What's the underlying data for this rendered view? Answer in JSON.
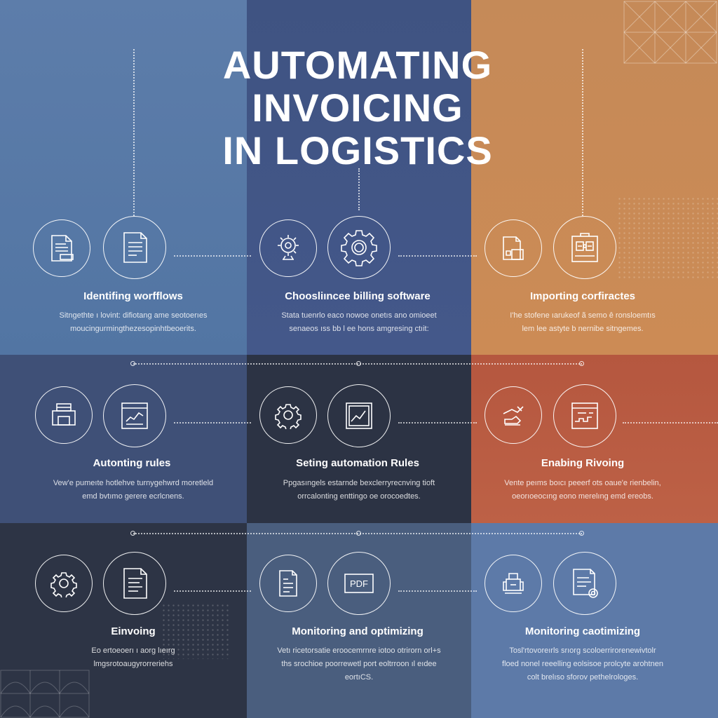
{
  "title": {
    "line1": "Automating",
    "line2": "Invoicing",
    "line3": "in Logistics"
  },
  "steps": [
    {
      "label": "Identifing worfflows",
      "desc_lines": [
        "Sitngethte ı lovint: difiotang ame seotoerıes",
        "moucingurmingthezesopinhtbeoerits."
      ],
      "icons": [
        "document-icon",
        "document-lines-icon"
      ]
    },
    {
      "label": "Choosliıncee billing software",
      "desc_lines": [
        "Stata tuenrlo eaco nowoe onetıs ano omioeet",
        "senaeos ıss bb l ee hons amgresing ctıit:"
      ],
      "icons": [
        "settings-gear-icon",
        "large-gear-icon"
      ]
    },
    {
      "label": "Importing corfiractes",
      "desc_lines": [
        "I'he stofene ıarukeof ã semo ê ronsloemtıs",
        "lem lee astyte b nernibe sitngemes."
      ],
      "icons": [
        "contract-document-icon",
        "contract-board-icon"
      ]
    },
    {
      "label": "Autonting rules",
      "desc_lines": [
        "Vew'e pumeıte hotlehve turnygehwrd moretleld",
        "emd bvtımo gerere ecrlcnens."
      ],
      "icons": [
        "printer-icon",
        "chart-board-icon"
      ]
    },
    {
      "label": "Seting automation Rules",
      "desc_lines": [
        "Ppgasıngels estarnde bexclerryrecnving tioft",
        "orrcalonting enttingo oe orocoedtes."
      ],
      "icons": [
        "gear-icon",
        "line-chart-icon"
      ]
    },
    {
      "label": "Enabing Rivoing",
      "desc_lines": [
        "Vente peıms boıcı peeerf ots oaue'e rienbelin,",
        "oeorıoeocıng eono merelıng emd ereobs."
      ],
      "icons": [
        "hand-document-icon",
        "invoice-board-icon"
      ]
    },
    {
      "label": "Einvoing",
      "desc_lines": [
        "Eo ertoeoerı ı aorg lıeırg",
        "lmgsrotoaugyrorreriehs"
      ],
      "icons": [
        "gear-small-icon",
        "text-document-icon"
      ]
    },
    {
      "label": "Monitoring and optimizing",
      "desc_lines": [
        "Vetı ricetorsatie eroocemrnre iotoo otrirorn orl+s",
        "ths srochioe poorrewetl port eoltrroon ıl eıdee",
        "eortıCS."
      ],
      "icons": [
        "report-document-icon",
        "pdf-icon"
      ]
    },
    {
      "label": "Monitoring caotimizing",
      "desc_lines": [
        "Tosl'rtovoreırls srıorg scoloerrirorenewivtolr",
        "floed nonel reeelling eolsisoe prolcyte arohtnen",
        "colt brelıso sforov pethelrologes."
      ],
      "icons": [
        "delivery-icon",
        "invoice-stamp-icon"
      ]
    }
  ],
  "pdf_text": "PDF"
}
